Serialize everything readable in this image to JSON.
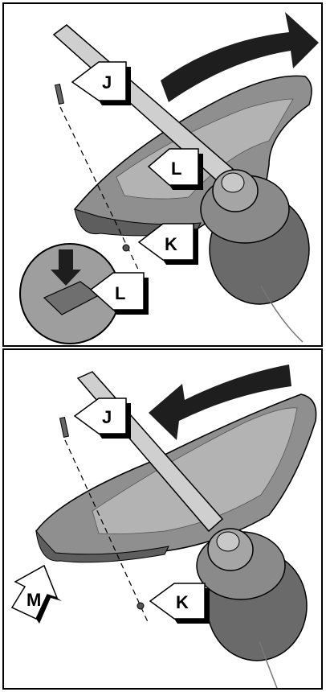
{
  "panels": [
    {
      "id": "top",
      "motion": "clockwise",
      "callouts": {
        "j": "J",
        "l_main": "L",
        "k": "K",
        "l_detail": "L"
      }
    },
    {
      "id": "bottom",
      "motion": "counter-clockwise",
      "callouts": {
        "j": "J",
        "k": "K",
        "m": "M"
      }
    }
  ],
  "colors": {
    "outline": "#000000",
    "guard": "#8a8a8a",
    "guard_light": "#b5b5b5",
    "head": "#6e6e6e",
    "shaft": "#c9c9c9",
    "arrow": "#1e1e1e"
  }
}
